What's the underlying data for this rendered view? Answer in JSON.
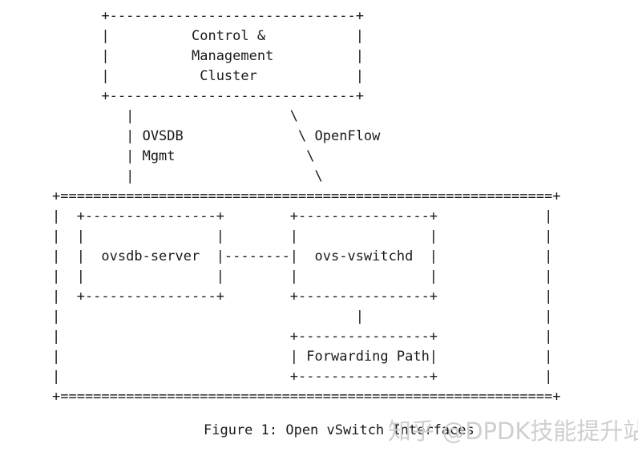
{
  "figure": {
    "caption": "Figure 1: Open vSwitch Interfaces",
    "caption_number": "Figure 1",
    "caption_title": "Open vSwitch Interfaces",
    "background_color": "#ffffff",
    "text_color": "#1a1a1a"
  },
  "watermark": {
    "text": "知乎 @DPDK技能提升站",
    "platform": "知乎",
    "handle": "@DPDK技能提升站",
    "color": "#cfcfcf"
  },
  "nodes": {
    "control_cluster": {
      "line1": "Control &",
      "line2": "Management",
      "line3": "Cluster",
      "border_style": "dashed-ascii"
    },
    "ovsdb_server": {
      "label": "ovsdb-server",
      "border_style": "dashed-ascii"
    },
    "ovs_vswitchd": {
      "label": "ovs-vswitchd",
      "border_style": "dashed-ascii"
    },
    "forwarding_path": {
      "label": "Forwarding Path",
      "border_style": "dashed-ascii"
    },
    "host_boundary": {
      "border_style": "double-ascii-equals"
    }
  },
  "connections": [
    {
      "name": "ovsdb-mgmt-link",
      "label_line1": "OVSDB",
      "label_line2": "Mgmt",
      "from": "control_cluster",
      "to": "ovsdb-server",
      "glyph": "|"
    },
    {
      "name": "openflow-link",
      "label_line1": "OpenFlow",
      "label_line2": "",
      "from": "control_cluster",
      "to": "ovs-vswitchd",
      "glyph": "\\"
    },
    {
      "name": "ovsdb-to-vswitchd-link",
      "label_line1": "",
      "label_line2": "",
      "from": "ovsdb-server",
      "to": "ovs-vswitchd",
      "glyph": "-"
    },
    {
      "name": "vswitchd-to-forwarding-link",
      "label_line1": "",
      "label_line2": "",
      "from": "ovs-vswitchd",
      "to": "forwarding_path",
      "glyph": "|"
    }
  ],
  "ascii": {
    "art": "      +------------------------------+\n      |          Control &           |\n      |          Management          |\n      |           Cluster            |\n      +------------------------------+\n         |                   \\\n         | OVSDB              \\ OpenFlow\n         | Mgmt                \\\n         |                      \\\n+============================================================+\n|  +----------------+        +----------------+             |\n|  |                |        |                |             |\n|  |  ovsdb-server  |--------|  ovs-vswitchd  |             |\n|  |                |        |                |             |\n|  +----------------+        +----------------+             |\n|                                    |                      |\n|                            +----------------+             |\n|                            | Forwarding Path|             |\n|                            +----------------+             |\n+============================================================+"
  }
}
